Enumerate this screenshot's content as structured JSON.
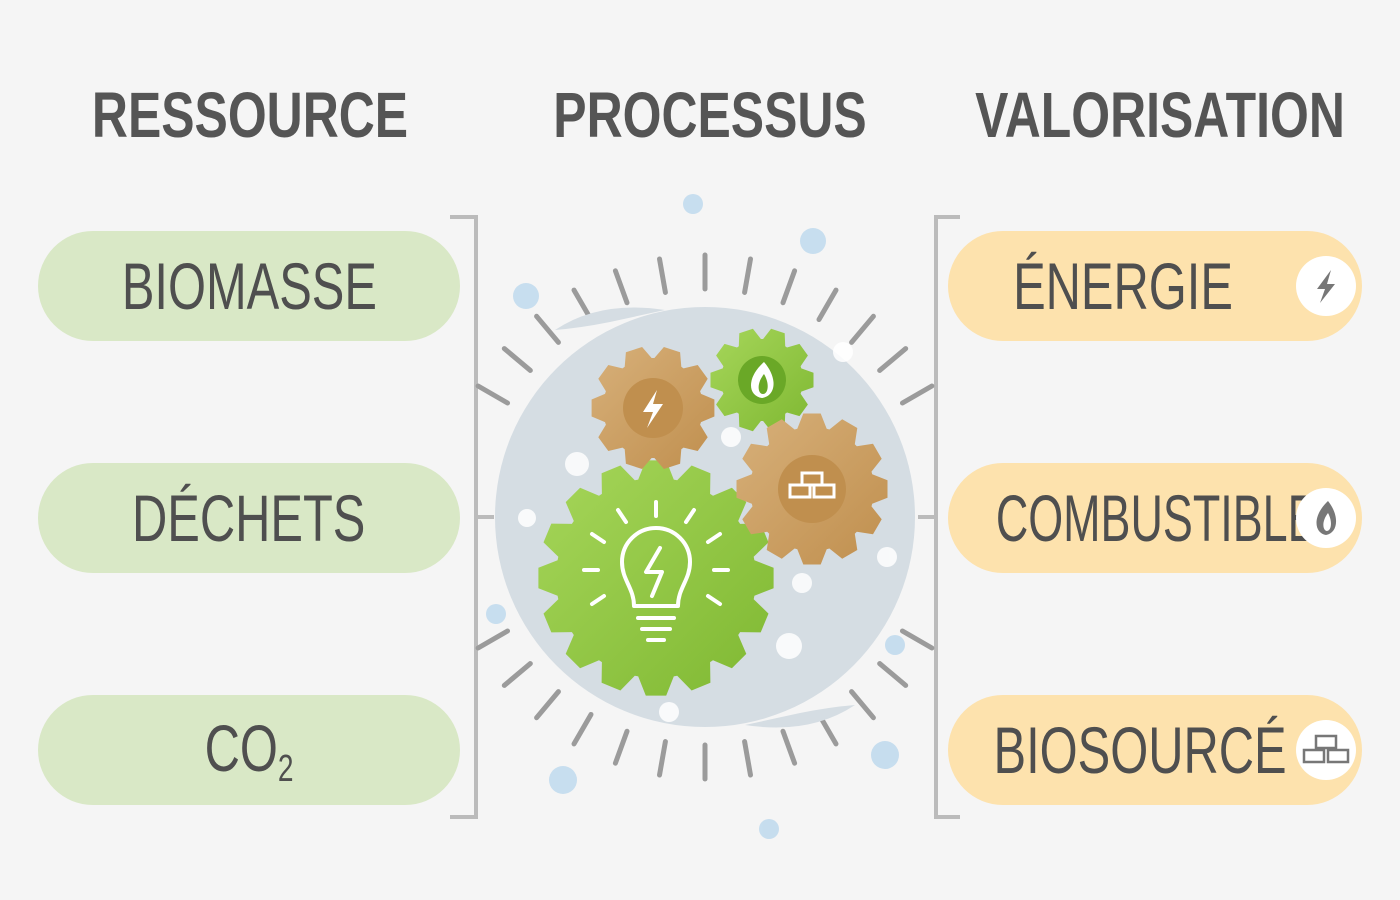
{
  "columns": {
    "resource": "RESSOURCE",
    "process": "PROCESSUS",
    "valorisation": "VALORISATION"
  },
  "resources": [
    {
      "label": "BIOMASSE"
    },
    {
      "label": "DÉCHETS"
    },
    {
      "label_main": "CO",
      "label_sub": "2"
    }
  ],
  "outputs": [
    {
      "label": "ÉNERGIE",
      "icon": "lightning-icon"
    },
    {
      "label": "COMBUSTIBLES",
      "icon": "flame-icon"
    },
    {
      "label": "BIOSOURCÉ",
      "icon": "bricks-icon"
    }
  ],
  "colors": {
    "resource_pill": "#d9e8c6",
    "output_pill": "#fde2ad",
    "gear_green": "#8cc63f",
    "gear_brown": "#c9a063",
    "bubble": "#d5dde3",
    "text": "#4f4f4f"
  }
}
